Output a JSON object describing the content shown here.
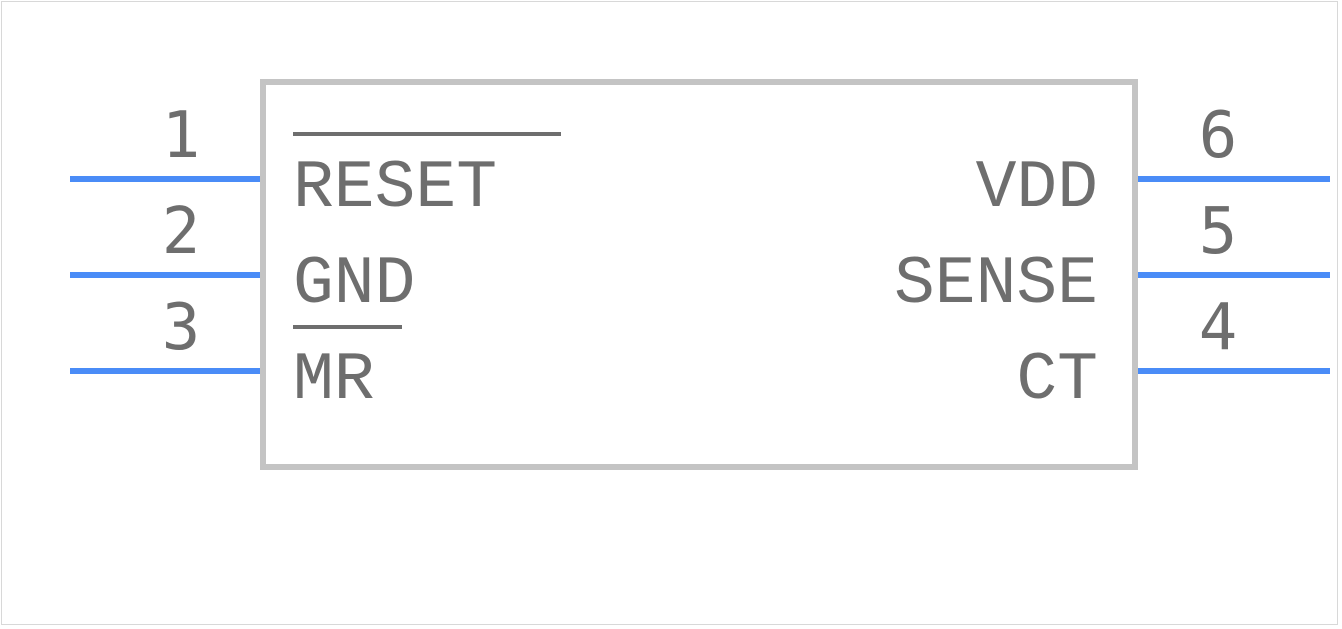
{
  "component": {
    "left_pins": [
      {
        "number": "1",
        "label": "RESET",
        "active_low": true
      },
      {
        "number": "2",
        "label": "GND",
        "active_low": false
      },
      {
        "number": "3",
        "label": "MR",
        "active_low": true
      }
    ],
    "right_pins": [
      {
        "number": "6",
        "label": "VDD",
        "active_low": false
      },
      {
        "number": "5",
        "label": "SENSE",
        "active_low": false
      },
      {
        "number": "4",
        "label": "CT",
        "active_low": false
      }
    ]
  },
  "colors": {
    "pin_line": "#4a8cf7",
    "body_outline": "#c4c4c4",
    "text": "#6e6e6e"
  }
}
